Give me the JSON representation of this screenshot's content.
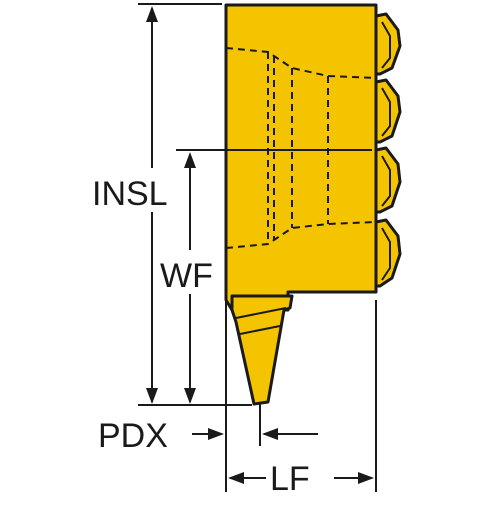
{
  "labels": {
    "insl": "INSL",
    "wf": "WF",
    "pdx": "PDX",
    "lf": "LF"
  },
  "colors": {
    "insert_fill": "#f5c400",
    "outline": "#1a1a1a",
    "background": "#ffffff"
  }
}
